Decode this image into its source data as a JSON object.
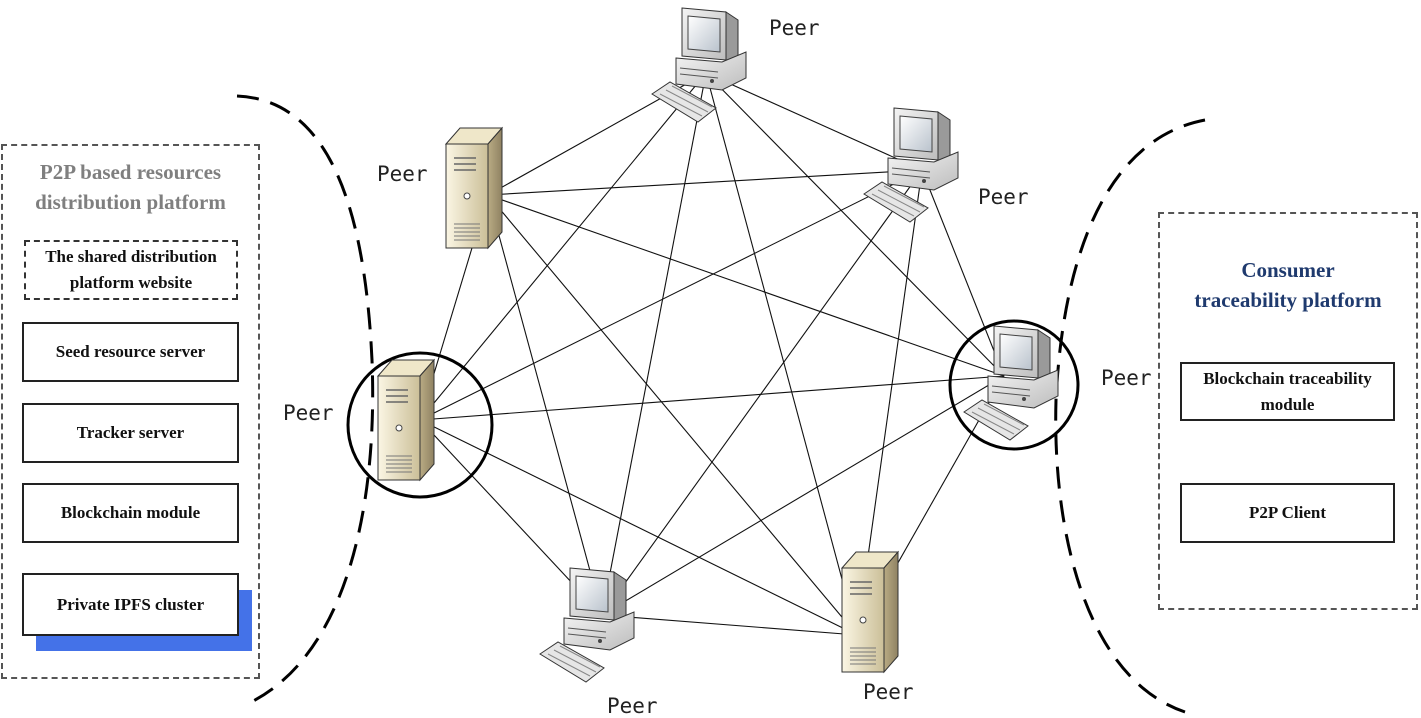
{
  "left_platform": {
    "title_line1": "P2P based resources",
    "title_line2": "distribution platform",
    "modules": {
      "website_line1": "The shared distribution",
      "website_line2": "platform website",
      "seed_server": "Seed resource server",
      "tracker_server": "Tracker server",
      "blockchain_module": "Blockchain  module",
      "ipfs_cluster": "Private IPFS cluster"
    }
  },
  "right_platform": {
    "title_line1": "Consumer",
    "title_line2": "traceability platform",
    "modules": {
      "traceability_line1": "Blockchain traceability",
      "traceability_line2": "module",
      "p2p_client": "P2P Client"
    }
  },
  "peers": [
    {
      "id": "top",
      "device": "desktop-computer",
      "label": "Peer"
    },
    {
      "id": "top-left",
      "device": "server-tower",
      "label": "Peer"
    },
    {
      "id": "top-right",
      "device": "desktop-computer",
      "label": "Peer"
    },
    {
      "id": "left",
      "device": "server-tower",
      "label": "Peer",
      "highlighted": true
    },
    {
      "id": "right",
      "device": "desktop-computer",
      "label": "Peer",
      "highlighted": true
    },
    {
      "id": "bottom-left",
      "device": "desktop-computer",
      "label": "Peer"
    },
    {
      "id": "bottom-right",
      "device": "server-tower",
      "label": "Peer"
    }
  ],
  "colors": {
    "left_title": "#7f7f7f",
    "right_title": "#1f3a6e",
    "ipfs_shadow": "#4472e8",
    "server_body": "#d9cfae"
  }
}
